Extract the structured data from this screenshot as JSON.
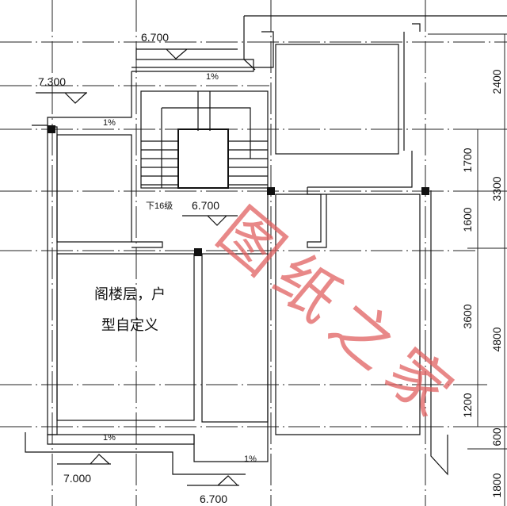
{
  "room_label": [
    "阁楼层，户",
    "型自定义"
  ],
  "elevations": {
    "top": "6.700",
    "left_top": "7.300",
    "stair": "6.700",
    "bottom_left": "7.000",
    "bottom_mid": "6.700"
  },
  "stair_note": "下16级",
  "slope": "1%",
  "dimensions_inner": [
    "1700",
    "1600",
    "3600",
    "1200"
  ],
  "dimensions_outer": [
    "2400",
    "3300",
    "4800",
    "600",
    "1800"
  ],
  "watermark": "图纸之家",
  "colors": {
    "line": "#111111",
    "watermark": "#e06060"
  }
}
